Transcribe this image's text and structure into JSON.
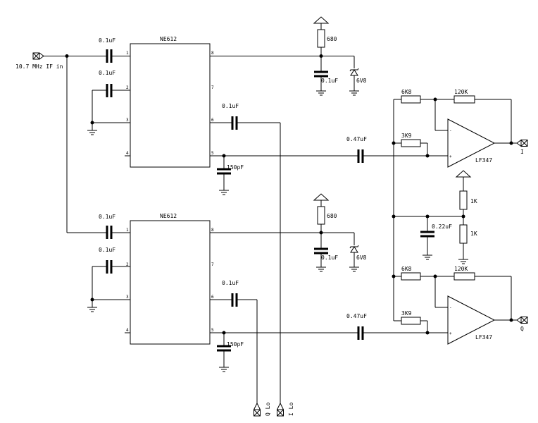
{
  "ics": [
    {
      "name": "NE612",
      "pins": [
        "1",
        "2",
        "3",
        "4",
        "8",
        "7",
        "6",
        "5"
      ]
    },
    {
      "name": "NE612",
      "pins": [
        "1",
        "2",
        "3",
        "4",
        "8",
        "7",
        "6",
        "5"
      ]
    }
  ],
  "opamps": [
    {
      "name": "LF347",
      "minus": "-",
      "plus": "+"
    },
    {
      "name": "LF347",
      "minus": "-",
      "plus": "+"
    }
  ],
  "components": {
    "cin_top": "0.1uF",
    "c2_top": "0.1uF",
    "c6_top": "0.1uF",
    "c150_top": "150pF",
    "r680_top": "680",
    "cdec_top": "0.1uF",
    "z_top": "6V8",
    "c047_top": "0.47uF",
    "r3k9_top": "3K9",
    "r6k8_top": "6K8",
    "r120_top": "120K",
    "cin_bot": "0.1uF",
    "c2_bot": "0.1uF",
    "c6_bot": "0.1uF",
    "c150_bot": "150pF",
    "r680_bot": "680",
    "cdec_bot": "0.1uF",
    "z_bot": "6V8",
    "c047_bot": "0.47uF",
    "r3k9_bot": "3K9",
    "r6k8_bot": "6K8",
    "r120_bot": "120K",
    "r1k_top": "1K",
    "r1k_bot": "1K",
    "c022": "0.22uF"
  },
  "ports": {
    "input": "10.7 MHz IF in",
    "out_i": "I",
    "out_q": "Q",
    "lo_q": "Q Lo",
    "lo_i": "I Lo"
  }
}
